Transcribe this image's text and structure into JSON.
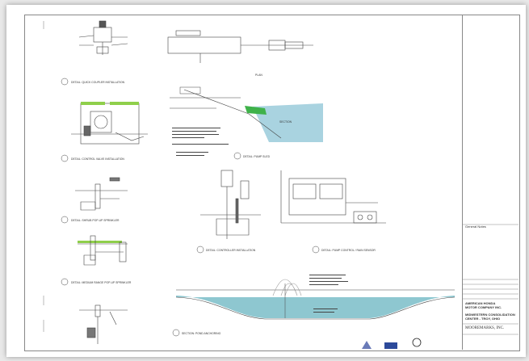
{
  "details": {
    "quick_coupler": "DETAIL: QUICK COUPLER INSTALLATION",
    "control_valve": "DETAIL: CONTROL VALVE INSTALLATION",
    "shrub_popup": "DETAIL: SHRUB POP-UP SPRINKLER",
    "medium_range": "DETAIL: MEDIUM RANGE POP-UP SPRINKLER",
    "controller": "DETAIL: CONTROLLER INSTALLATION",
    "pump_control": "DETAIL: PUMP CONTROL / RAIN SENSOR",
    "pump_sled": "DETAIL: PUMP SLED",
    "pond_section": "SECTION: POND ANCHORING"
  },
  "plan_label": "PLAN",
  "section_label": "SECTION",
  "title_block": {
    "general_notes": "General Notes",
    "client_line1": "AMERICAN HONDA",
    "client_line2": "MOTOR COMPANY INC.",
    "project_line1": "MIDWESTERN CONSOLIDATION",
    "project_line2": "CENTER - TROY, OHIO",
    "firm": "MOOREMARKS, INC."
  },
  "colors": {
    "water": "#a9d3e0",
    "pond_water": "#8ec7d0",
    "grass": "#8fcf4b",
    "highlight_green": "#3fb24a"
  }
}
